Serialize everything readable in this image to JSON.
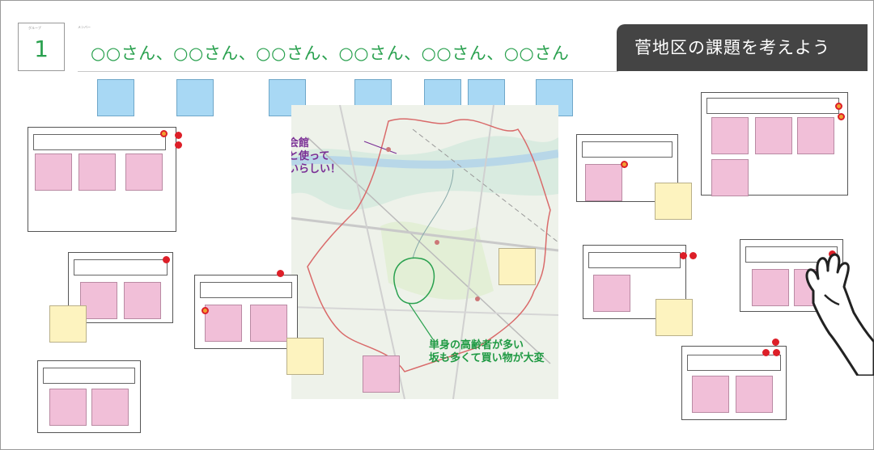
{
  "group": {
    "label": "グループ",
    "number": "1"
  },
  "members": {
    "label": "メンバー",
    "names": "○○さん、○○さん、○○さん、○○さん、○○さん、○○さん"
  },
  "title": "菅地区の課題を考えよう",
  "map_notes": {
    "note1": [
      "町会会館",
      "もっと使って",
      "ほしいらしい！"
    ],
    "note2": [
      "単身の高齢者が多い",
      "坂も多くて買い物が大変"
    ]
  },
  "colors": {
    "accent_green": "#2aa14f",
    "sticky_blue": "#a8d8f4",
    "sticky_pink": "#f1bfd8",
    "sticky_yellow": "#fdf3bf",
    "dot_red": "#dd1f28",
    "title_bg": "#444444"
  },
  "icons": [
    "hand-cursor-icon"
  ]
}
